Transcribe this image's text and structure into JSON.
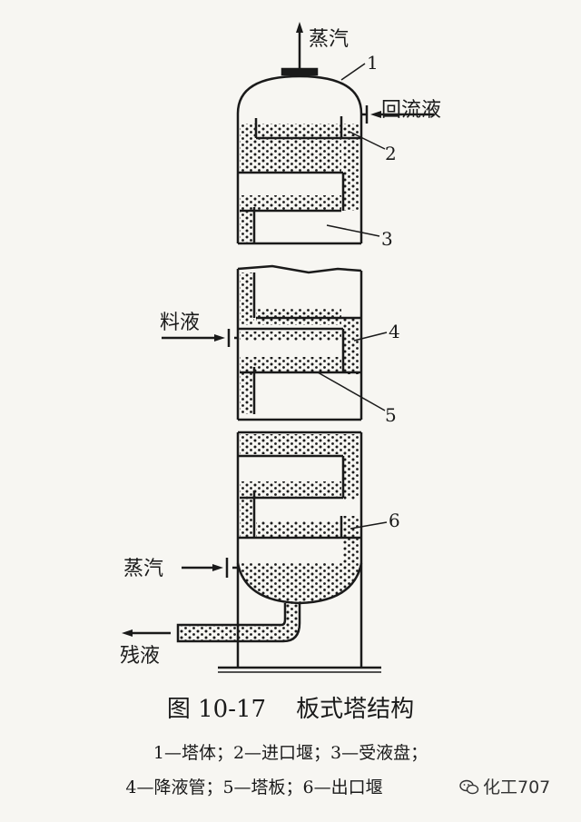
{
  "labels": {
    "steam_top": "蒸汽",
    "reflux": "回流液",
    "feed": "料液",
    "steam_bottom": "蒸汽",
    "residue": "残液",
    "n1": "1",
    "n2": "2",
    "n3": "3",
    "n4": "4",
    "n5": "5",
    "n6": "6"
  },
  "caption": {
    "title": "图 10-17    板式塔结构",
    "legend_line1": "1—塔体；2—进口堰；3—受液盘；",
    "legend_line2": "4—降液管；5—塔板；6—出口堰"
  },
  "watermark": {
    "text": "化工707",
    "icon": "wechat-icon"
  },
  "colors": {
    "ink": "#1a1a1a",
    "paper": "#f7f6f2"
  }
}
